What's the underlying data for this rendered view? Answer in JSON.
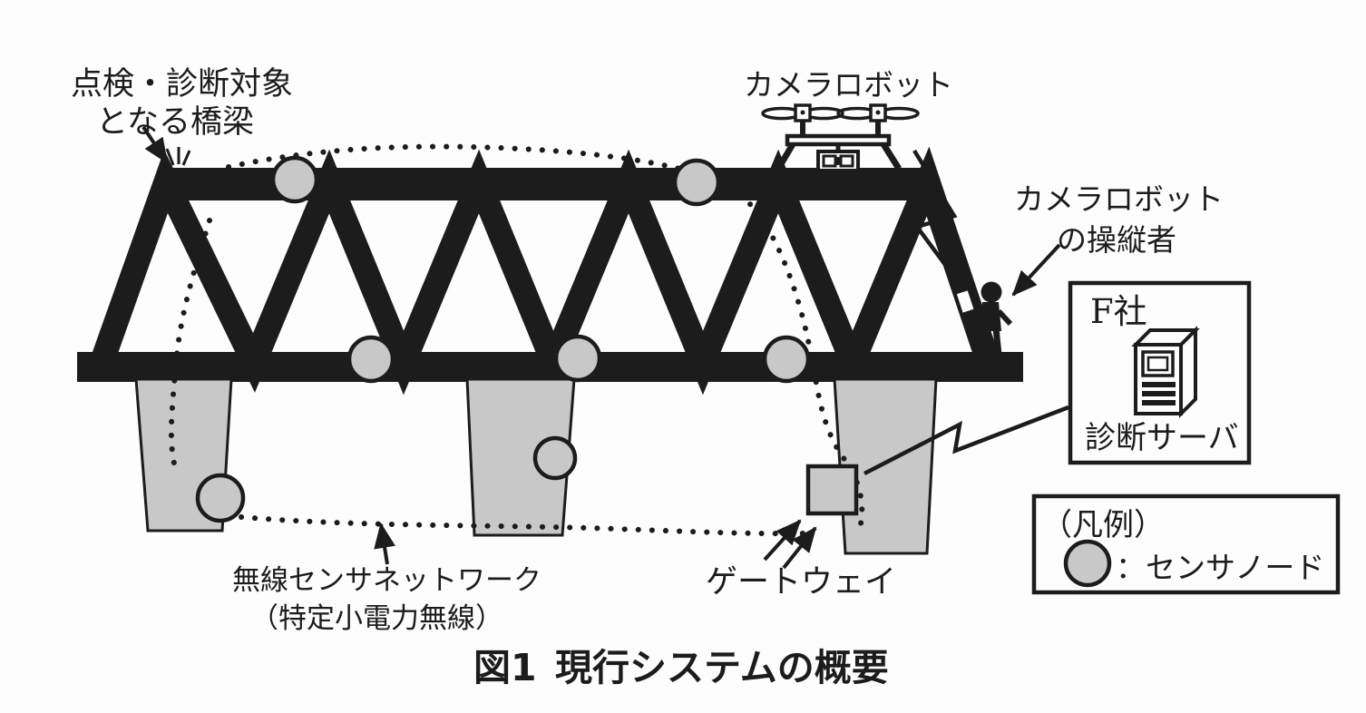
{
  "figure": {
    "caption": {
      "number": "図1",
      "title": "現行システムの概要"
    },
    "labels": {
      "bridge_target_line1": "点検・診断対象",
      "bridge_target_line2": "となる橋梁",
      "camera_robot": "カメラロボット",
      "operator_line1": "カメラロボット",
      "operator_line2": "の操縦者",
      "company": "F社",
      "diagnosis_server": "診断サーバ",
      "wireless_line1": "無線センサネットワーク",
      "wireless_line2": "（特定小電力無線）",
      "gateway": "ゲートウェイ"
    },
    "legend": {
      "title": "（凡例）",
      "sensor_node_label": "：センサノード"
    },
    "colors": {
      "ink": "#1c1c1c",
      "gray_fill": "#c8c8c8",
      "background": "#fdfdfd"
    }
  }
}
